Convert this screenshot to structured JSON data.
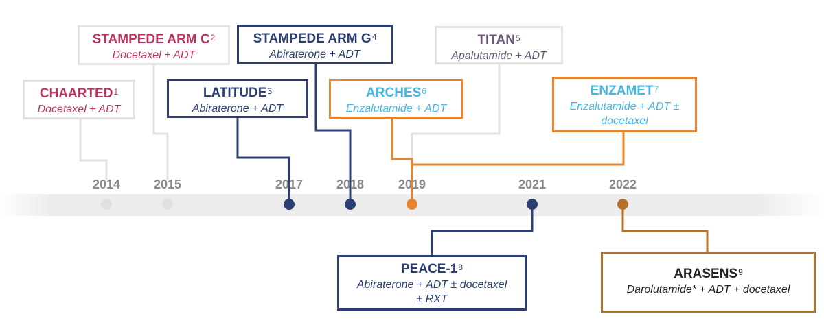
{
  "colors": {
    "faded_box": "#e2e2e2",
    "faded_text": "#c0325e",
    "navy": "#2c3f73",
    "orange": "#e5852f",
    "brown": "#b5712a",
    "light_blue": "#46b7e4",
    "purple": "#6b5878",
    "year_label": "#8a8a8a",
    "faded_dot": "#e0e0e0"
  },
  "timeline": {
    "years": [
      "2014",
      "2015",
      "2017",
      "2018",
      "2019",
      "2021",
      "2022"
    ]
  },
  "trials": [
    {
      "id": "chaarted",
      "name": "CHAARTED",
      "ref": "1",
      "treatment": [
        "Docetaxel + ADT"
      ],
      "year": "2014"
    },
    {
      "id": "arm-c",
      "name": "STAMPEDE ARM C",
      "ref": "2",
      "treatment": [
        "Docetaxel + ADT"
      ],
      "year": "2015"
    },
    {
      "id": "latitude",
      "name": "LATITUDE",
      "ref": "3",
      "treatment": [
        "Abiraterone + ADT"
      ],
      "year": "2017"
    },
    {
      "id": "arm-g",
      "name": "STAMPEDE ARM G",
      "ref": "4",
      "treatment": [
        "Abiraterone + ADT"
      ],
      "year": "2018"
    },
    {
      "id": "titan",
      "name": "TITAN",
      "ref": "5",
      "treatment": [
        "Apalutamide + ADT"
      ],
      "year": "2019"
    },
    {
      "id": "arches",
      "name": "ARCHES",
      "ref": "6",
      "treatment": [
        "Enzalutamide + ADT"
      ],
      "year": "2019"
    },
    {
      "id": "enzamet",
      "name": "ENZAMET",
      "ref": "7",
      "treatment": [
        "Enzalutamide + ADT ±",
        "docetaxel"
      ],
      "year": "2019"
    },
    {
      "id": "peace",
      "name": "PEACE-1",
      "ref": "8",
      "treatment": [
        "Abiraterone + ADT ± docetaxel",
        "± RXT"
      ],
      "year": "2021"
    },
    {
      "id": "arasens",
      "name": "ARASENS",
      "ref": "9",
      "treatment": [
        "Darolutamide* + ADT + docetaxel"
      ],
      "year": "2022"
    }
  ]
}
